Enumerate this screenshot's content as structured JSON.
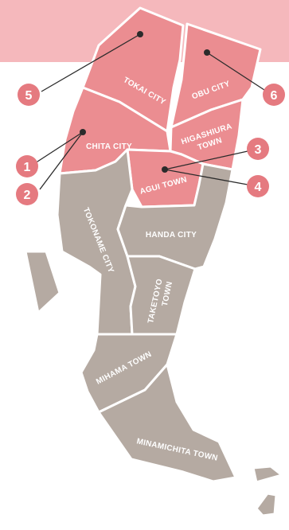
{
  "colors": {
    "highlight": "#eb8d91",
    "gray": "#b5aaa2",
    "band": "#f5b8bc",
    "border": "#ffffff",
    "marker": "#e57a80",
    "leader": "#2b2b2b"
  },
  "regions": [
    {
      "key": "tokai",
      "name": "TOKAI CITY",
      "highlighted": true
    },
    {
      "key": "obu",
      "name": "OBU CITY",
      "highlighted": true
    },
    {
      "key": "chita",
      "name": "CHITA CITY",
      "highlighted": true
    },
    {
      "key": "higashiura",
      "name_lines": [
        "HIGASHIURA",
        "TOWN"
      ],
      "highlighted": true
    },
    {
      "key": "agui",
      "name": "AGUI TOWN",
      "highlighted": true
    },
    {
      "key": "tokoname",
      "name": "TOKONAME CITY",
      "highlighted": false
    },
    {
      "key": "handa",
      "name": "HANDA CITY",
      "highlighted": false
    },
    {
      "key": "taketoyo",
      "name_lines": [
        "TAKETOYO",
        "TOWN"
      ],
      "highlighted": false
    },
    {
      "key": "mihama",
      "name": "MIHAMA TOWN",
      "highlighted": false
    },
    {
      "key": "minamichita",
      "name": "MINAMICHITA TOWN",
      "highlighted": false
    }
  ],
  "markers": [
    {
      "number": "1",
      "region": "chita"
    },
    {
      "number": "2",
      "region": "chita"
    },
    {
      "number": "3",
      "region": "agui"
    },
    {
      "number": "4",
      "region": "agui"
    },
    {
      "number": "5",
      "region": "tokai"
    },
    {
      "number": "6",
      "region": "obu"
    }
  ]
}
